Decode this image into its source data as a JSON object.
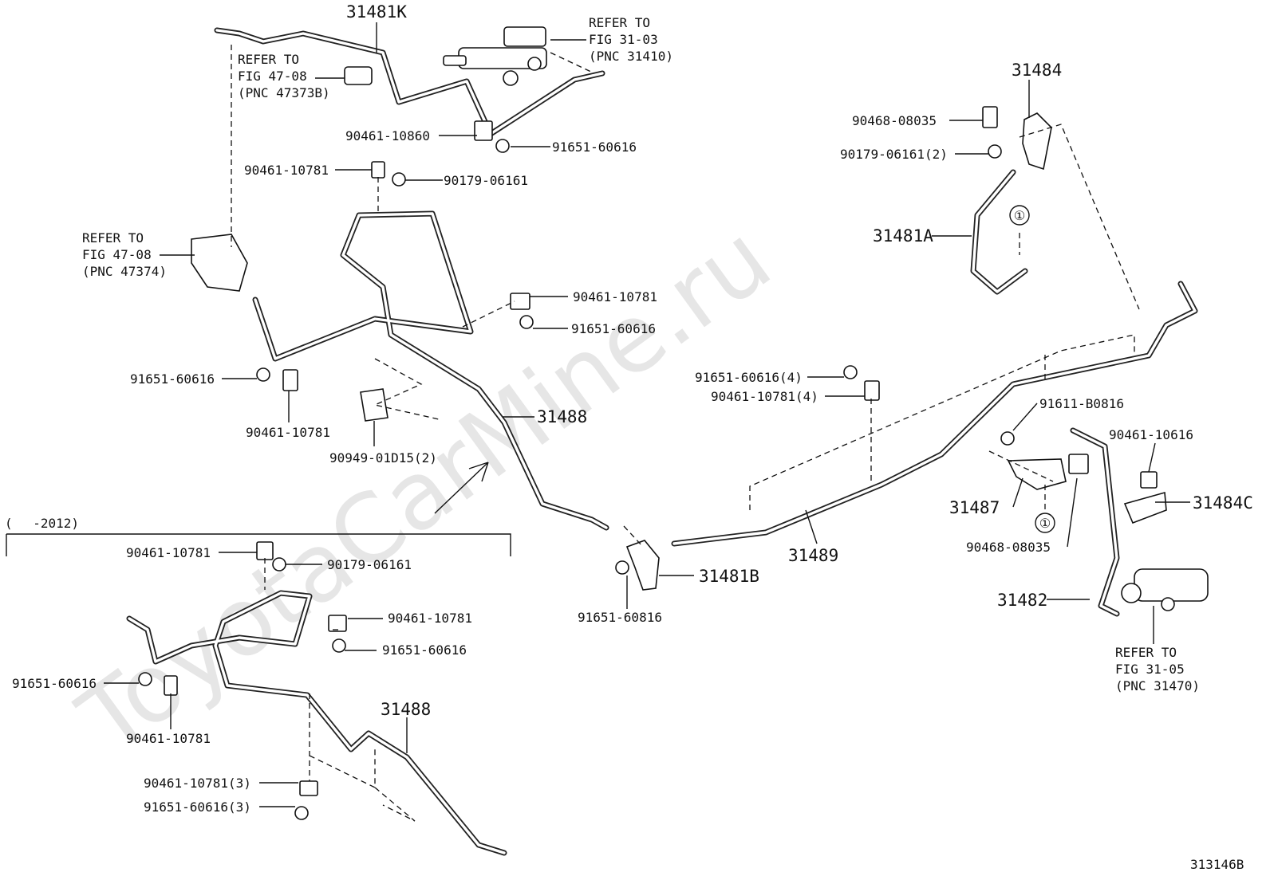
{
  "watermark": "ToyotaCarMine.ru",
  "diagram_id": "313146B",
  "section_range": "(　 -2012)",
  "callout_symbol": "①",
  "part_numbers": {
    "p31481K": "31481K",
    "p31484": "31484",
    "p31481A": "31481A",
    "p31488_top": "31488",
    "p31488_bottom": "31488",
    "p31489": "31489",
    "p31481B": "31481B",
    "p31487": "31487",
    "p31482": "31482",
    "p31484C": "31484C"
  },
  "fasteners": {
    "a": "90461-10860",
    "b": "91651-60616",
    "c": "90461-10781",
    "d": "90179-06161",
    "e": "90461-10781",
    "f": "91651-60616",
    "g": "91651-60616",
    "h": "90461-10781",
    "i": "90949-01D15(2)",
    "j": "91651-60616(4)",
    "k": "90461-10781(4)",
    "l": "90468-08035",
    "m": "90179-06161(2)",
    "n": "91611-B0816",
    "o": "90461-10616",
    "p": "90468-08035",
    "q": "91651-60816",
    "r": "90461-10781",
    "s": "90179-06161",
    "t": "90461-10781",
    "u": "91651-60616",
    "v": "91651-60616",
    "w": "90461-10781",
    "x": "90461-10781(3)",
    "y": "91651-60616(3)"
  },
  "references": {
    "fig3103": {
      "l1": "REFER TO",
      "l2": "FIG 31-03",
      "l3": "(PNC 31410)"
    },
    "fig4708a": {
      "l1": "REFER TO",
      "l2": "FIG 47-08",
      "l3": "(PNC 47373B)"
    },
    "fig4708b": {
      "l1": "REFER TO",
      "l2": "FIG 47-08",
      "l3": "(PNC 47374)"
    },
    "fig3105": {
      "l1": "REFER TO",
      "l2": "FIG 31-05",
      "l3": "(PNC 31470)"
    }
  }
}
